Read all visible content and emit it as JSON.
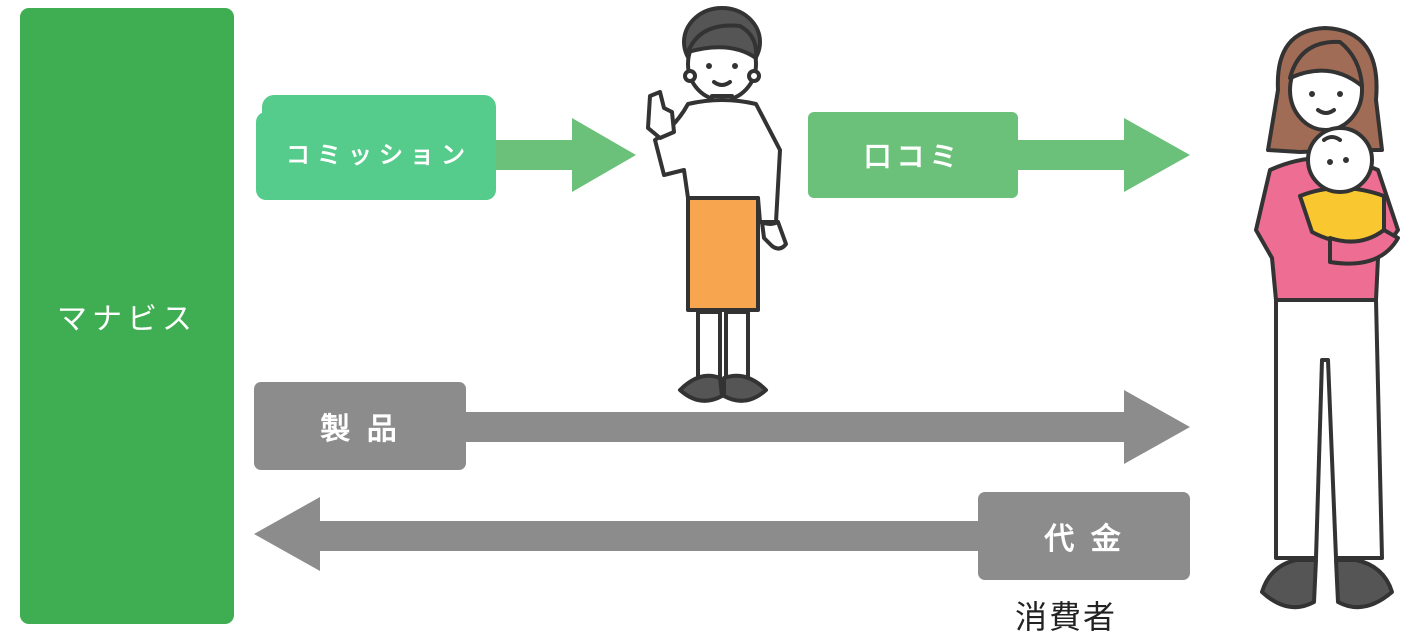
{
  "company": {
    "label": "マナビス"
  },
  "flows": {
    "commission": "コミッション",
    "word_of_mouth": "口コミ",
    "product": "製 品",
    "payment": "代 金"
  },
  "roles": {
    "consumer": "消費者"
  },
  "colors": {
    "company_green": "#3fae52",
    "commission_green": "#56cc8c",
    "arrow_green": "#6cc17a",
    "flow_gray": "#8c8c8c",
    "skirt_orange": "#f7a54e",
    "sweater_pink": "#ee6d93",
    "baby_yellow": "#f9c72f",
    "hair_brown": "#a06c55"
  },
  "icons": {
    "influencer": "woman-pointing-icon",
    "consumer": "mother-holding-baby-icon"
  }
}
